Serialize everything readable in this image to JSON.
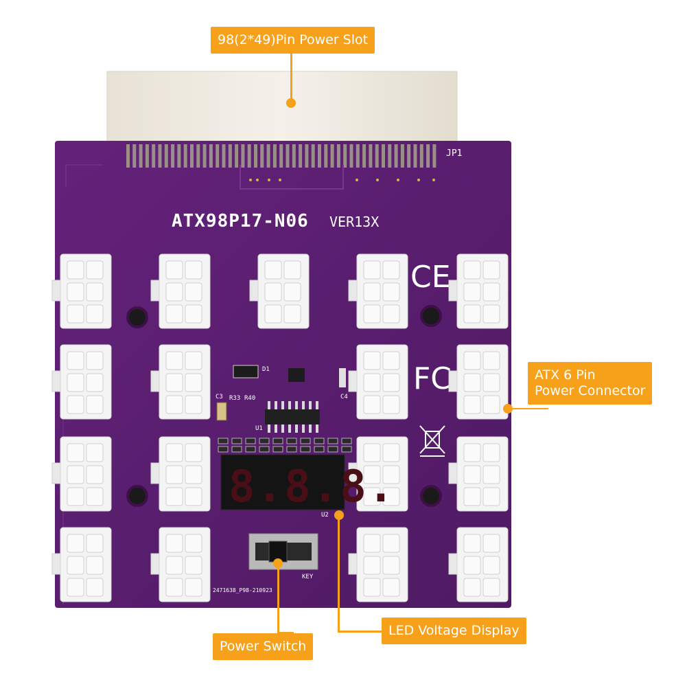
{
  "labels": {
    "power_slot": "98(2*49)Pin Power Slot",
    "atx_line1": "ATX 6 Pin",
    "atx_line2": "Power Connector",
    "led_display": "LED Voltage Display",
    "power_switch": "Power Switch"
  },
  "board": {
    "model": "ATX98P17-N06",
    "version": "VER13X",
    "jp1": "JP1",
    "key": "KEY",
    "u2": "U2",
    "u1": "U1",
    "d1": "D1",
    "c3": "C3",
    "c4": "C4",
    "r33": "R33",
    "r40": "R40",
    "serial": "2471638_P98-210923",
    "ce_mark": "CE",
    "fc_mark": "FC",
    "display_digits": "8.8.8."
  },
  "colors": {
    "accent": "#f7a11a",
    "pcb": "#5a1d6e",
    "connector": "#f4f4f4"
  }
}
